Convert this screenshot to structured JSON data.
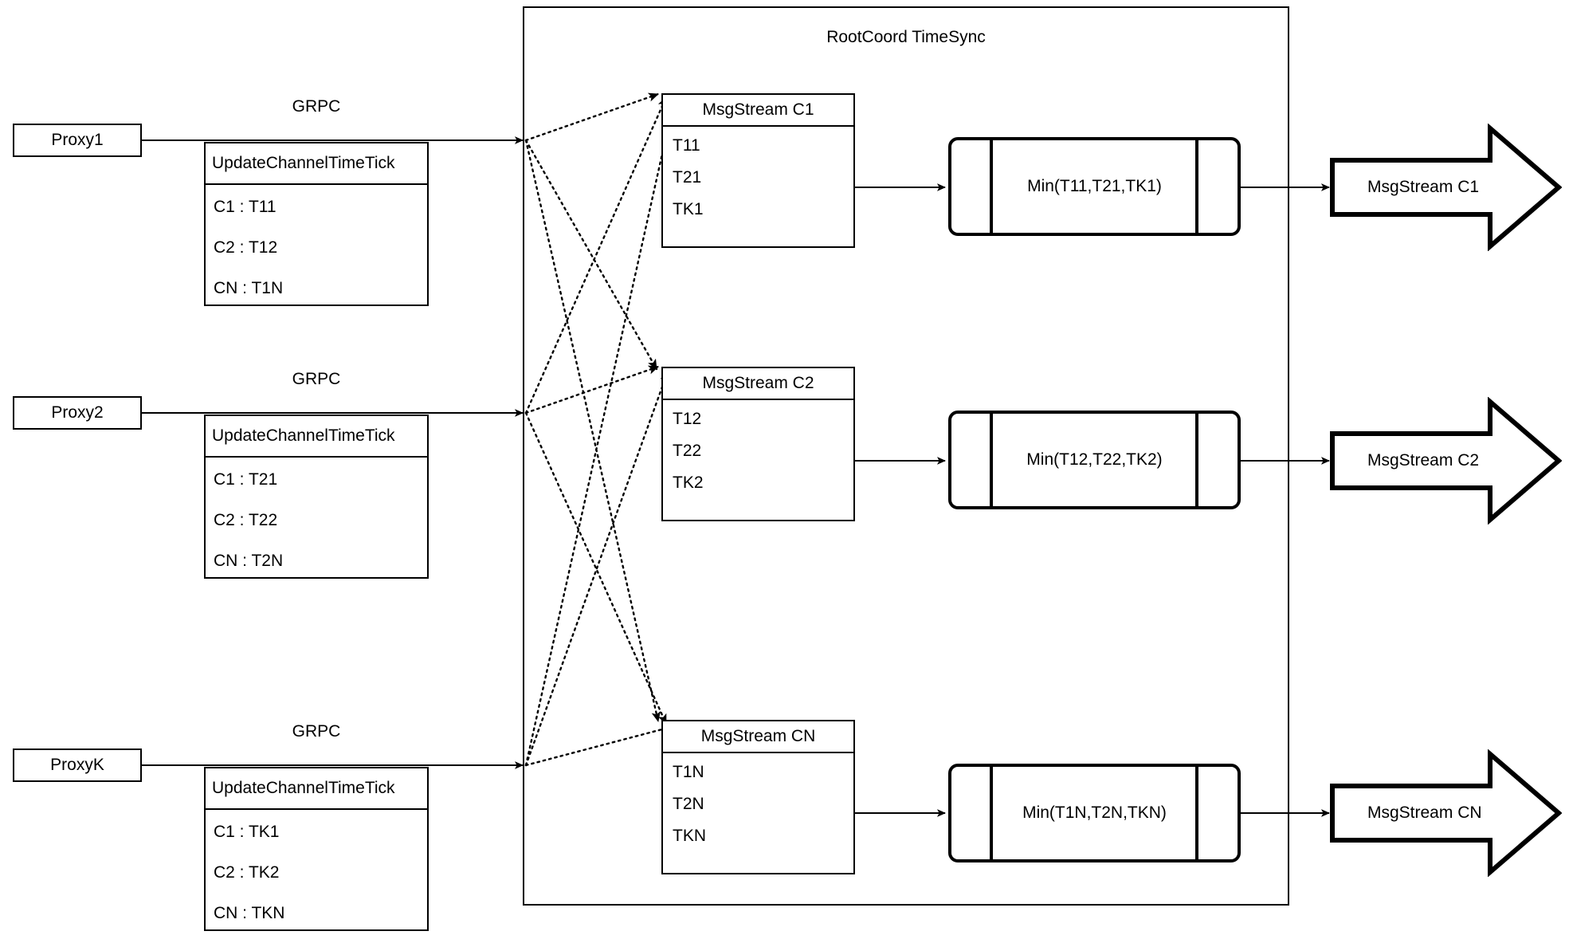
{
  "container": {
    "title": "RootCoord TimeSync"
  },
  "grpc_label": "GRPC",
  "proxies": [
    {
      "name": "Proxy1",
      "link_label": "GRPC",
      "tick_title": "UpdateChannelTimeTick",
      "tick_rows": [
        "C1 :  T11",
        "C2 :  T12",
        "CN : T1N"
      ]
    },
    {
      "name": "Proxy2",
      "link_label": "GRPC",
      "tick_title": "UpdateChannelTimeTick",
      "tick_rows": [
        "C1 :  T21",
        "C2 :  T22",
        "CN : T2N"
      ]
    },
    {
      "name": "ProxyK",
      "link_label": "GRPC",
      "tick_title": "UpdateChannelTimeTick",
      "tick_rows": [
        "C1 :  TK1",
        "C2 :  TK2",
        "CN : TKN"
      ]
    }
  ],
  "channels": [
    {
      "msgstream_title": "MsgStream C1",
      "msgstream_rows": [
        "T11",
        "T21",
        "TK1"
      ],
      "process_label": "Min(T11,T21,TK1)",
      "output_label": "MsgStream C1"
    },
    {
      "msgstream_title": "MsgStream C2",
      "msgstream_rows": [
        "T12",
        "T22",
        "TK2"
      ],
      "process_label": "Min(T12,T22,TK2)",
      "output_label": "MsgStream C2"
    },
    {
      "msgstream_title": "MsgStream CN",
      "msgstream_rows": [
        "T1N",
        "T2N",
        "TKN"
      ],
      "process_label": "Min(T1N,T2N,TKN)",
      "output_label": "MsgStream CN"
    }
  ],
  "colors": {
    "stroke": "#000000",
    "background": "#ffffff"
  }
}
